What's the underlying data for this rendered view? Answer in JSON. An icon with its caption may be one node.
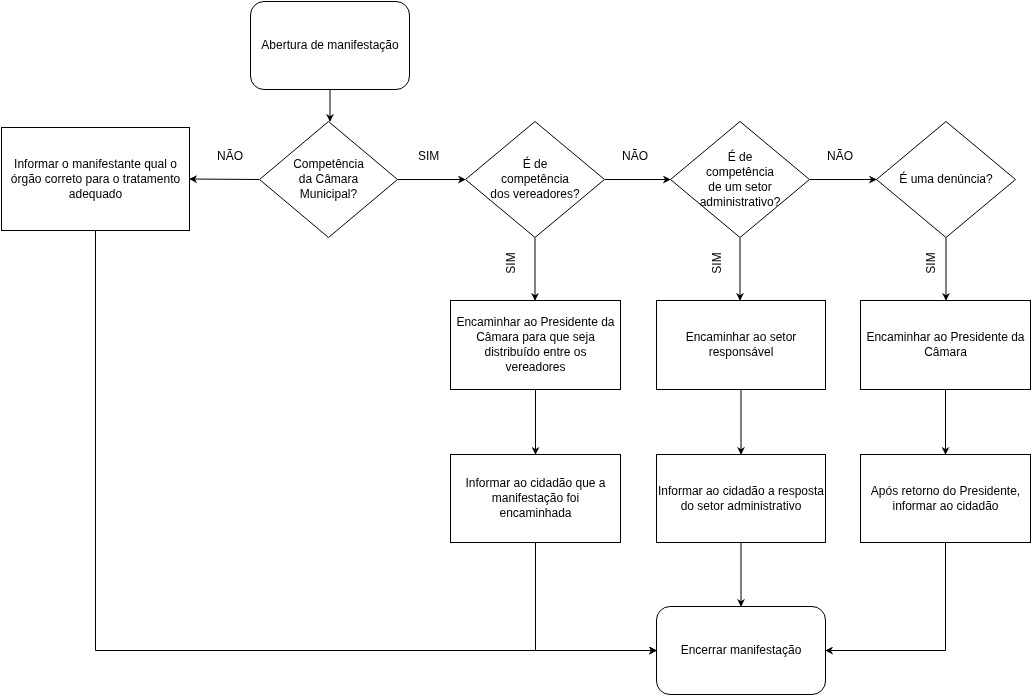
{
  "diagram": {
    "nodes": [
      {
        "text": [
          "Abertura de manifestação"
        ]
      },
      {
        "text": [
          "Competência da Câmara Municipal?"
        ]
      },
      {
        "text": [
          "Informar o manifestante qual o órgão correto para o tratamento adequado"
        ]
      },
      {
        "text": [
          "É de competência dos vereadores?"
        ]
      },
      {
        "text": [
          "É de competência de um setor administrativo?"
        ]
      },
      {
        "text": [
          "É uma denúncia?"
        ]
      },
      {
        "text": [
          "Encaminhar ao Presidente da Câmara para que seja distribuído entre os vereadores"
        ]
      },
      {
        "text": [
          "Encaminhar ao setor responsável"
        ]
      },
      {
        "text": [
          "Encaminhar ao Presidente da Câmara"
        ]
      },
      {
        "text": [
          "Informar ao cidadão que a manifestação foi encaminhada"
        ]
      },
      {
        "text": [
          "Informar ao cidadão a resposta do setor administrativo"
        ]
      },
      {
        "text": [
          "Após retorno do Presidente, informar ao cidadão"
        ]
      },
      {
        "text": [
          "Encerrar manifestação"
        ]
      }
    ],
    "edges": [
      {
        "from": 0,
        "to": 1,
        "arrow": "to"
      },
      {
        "from": 1,
        "to": 2,
        "arrow": "to",
        "label": "NÃO"
      },
      {
        "from": 1,
        "to": 3,
        "arrow": "to",
        "label": "SIM"
      },
      {
        "from": 3,
        "to": 4,
        "arrow": "to",
        "label": "NÃO"
      },
      {
        "from": 4,
        "to": 5,
        "arrow": "to",
        "label": "NÃO"
      },
      {
        "from": 3,
        "to": 6,
        "arrow": "to",
        "label": "SIM"
      },
      {
        "from": 4,
        "to": 7,
        "arrow": "to",
        "label": "SIM"
      },
      {
        "from": 5,
        "to": 8,
        "arrow": "to",
        "label": "SIM"
      },
      {
        "from": 6,
        "to": 9,
        "arrow": "to"
      },
      {
        "from": 7,
        "to": 10,
        "arrow": "to"
      },
      {
        "from": 8,
        "to": 11,
        "arrow": "to"
      },
      {
        "from": 2,
        "to": 12,
        "arrow": "to"
      },
      {
        "from": 9,
        "to": 12,
        "arrow": "to"
      },
      {
        "from": 10,
        "to": 12,
        "arrow": "to"
      },
      {
        "from": 11,
        "to": 12,
        "arrow": "to"
      }
    ]
  }
}
